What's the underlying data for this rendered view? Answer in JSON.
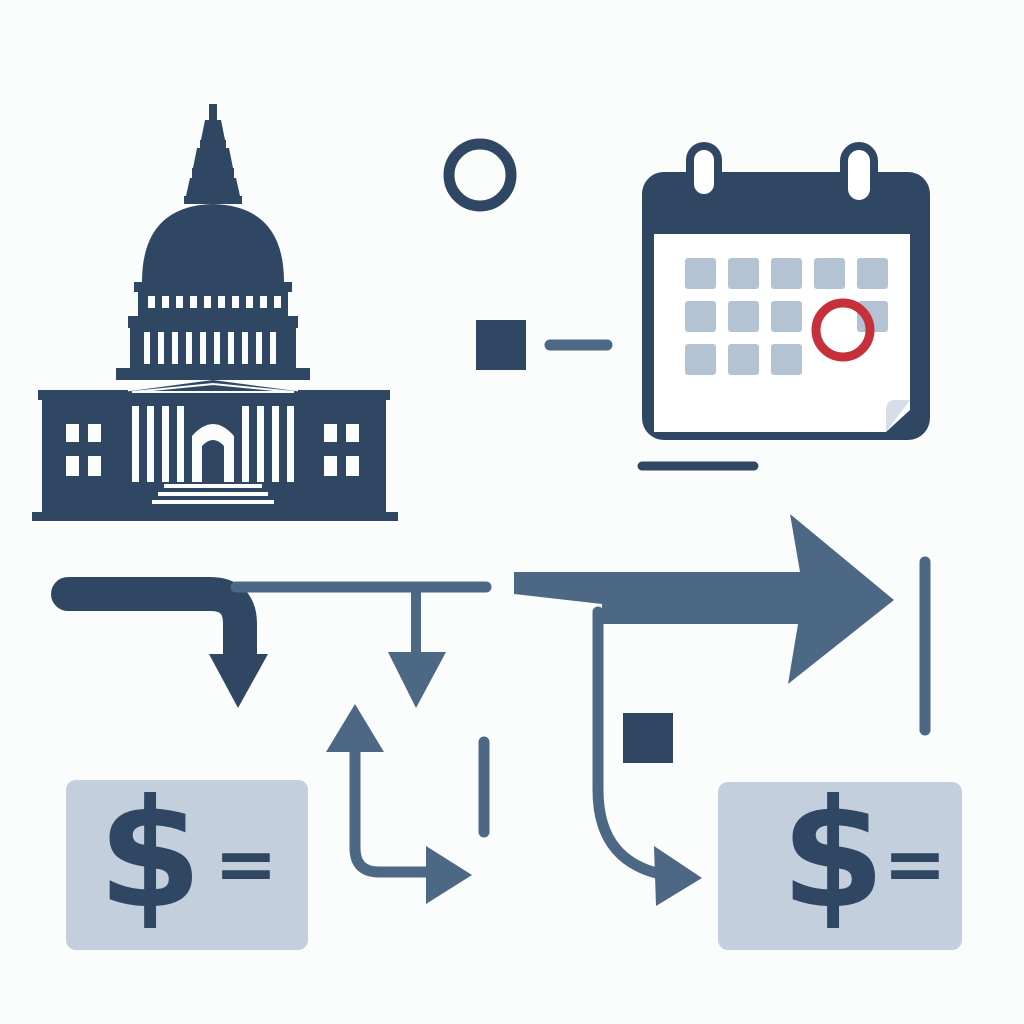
{
  "colors": {
    "background": "#fbfcfc",
    "dark_navy": "#2f4763",
    "slate_blue": "#4c6884",
    "light_blue": "#c3cfdc",
    "calendar_cell": "#b4c3d4",
    "highlight_red": "#c6303a"
  },
  "icons": {
    "capitol": "capitol-building-icon",
    "calendar": "calendar-icon",
    "circle_marker": "circle-marker-icon",
    "square_marker": "square-marker-icon"
  },
  "cards": [
    {
      "id": "left",
      "symbol": "$",
      "equals": "="
    },
    {
      "id": "right",
      "symbol": "$",
      "equals": "="
    }
  ],
  "calendar": {
    "rows": [
      5,
      5,
      3
    ],
    "highlighted": {
      "row": 1,
      "col": 3
    }
  }
}
